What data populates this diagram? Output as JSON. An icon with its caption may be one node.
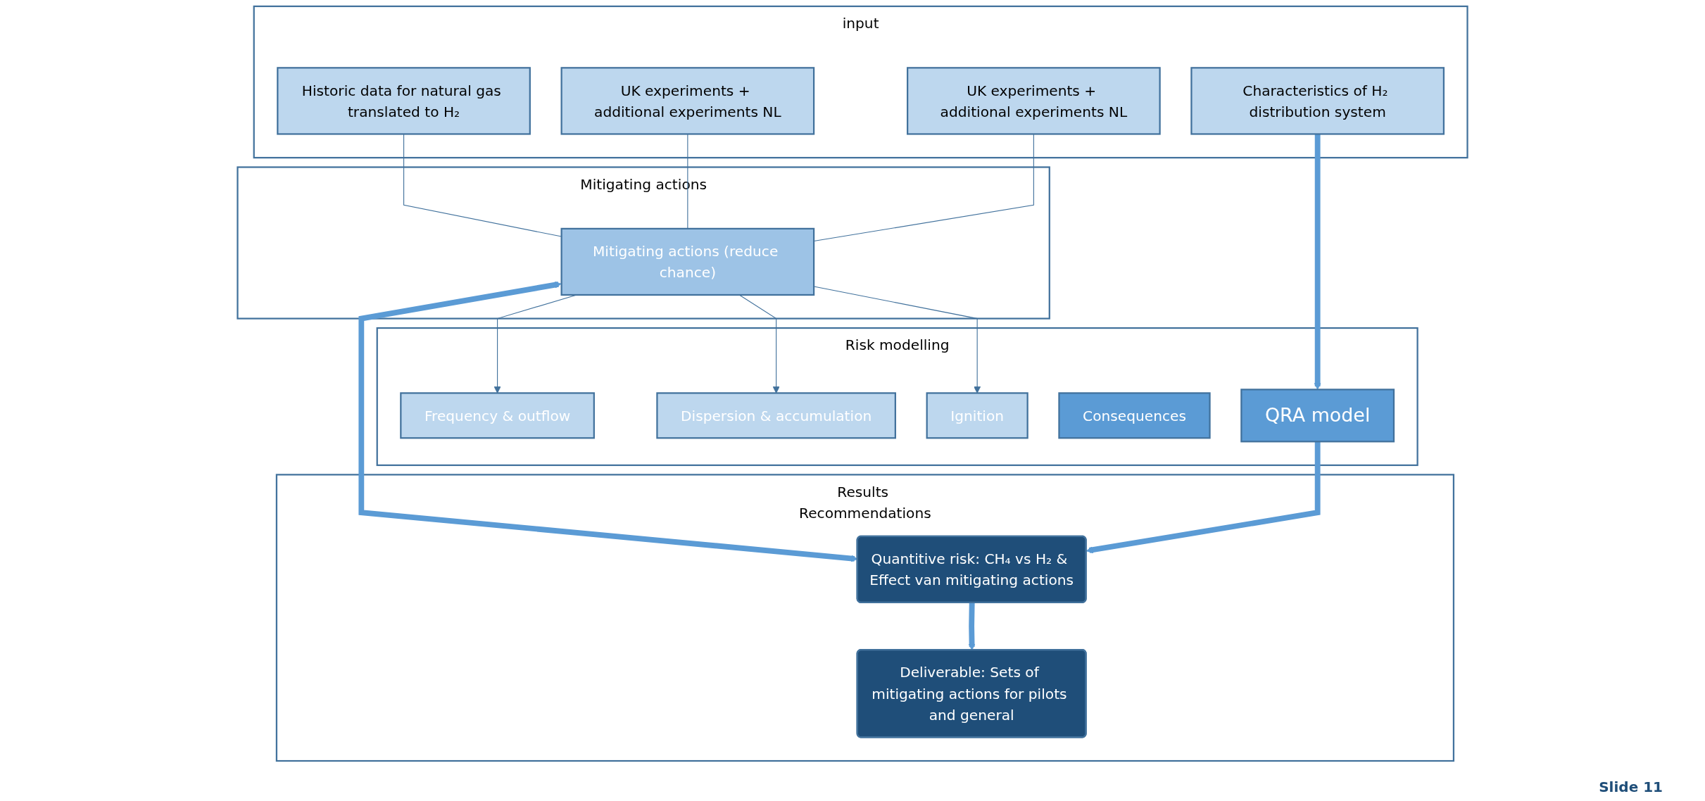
{
  "diagram": {
    "nodes": [
      {
        "text": [
          "input"
        ]
      },
      {
        "text": [
          "Characteristics of H₂ distribution system"
        ],
        "in": 0
      },
      {
        "text": [
          "Historic data for natural gas translated to H₂"
        ],
        "in": 0
      },
      {
        "text": [
          "UK experiments + additional experiments NL"
        ],
        "in": 0
      },
      {
        "text": [
          "UK experiments + additional experiments NL"
        ],
        "in": 0
      },
      {
        "text": [
          "Mitigating actions"
        ]
      },
      {
        "text": [
          "Mitigating actions (reduce chance)"
        ],
        "in": 5
      },
      {
        "text": [
          "Risk modelling"
        ]
      },
      {
        "text": [
          "Frequency & outflow"
        ],
        "in": 7
      },
      {
        "text": [
          "Dispersion & accumulation"
        ],
        "in": 7
      },
      {
        "text": [
          "Ignition"
        ],
        "in": 7
      },
      {
        "text": [
          "Consequences"
        ],
        "in": 7
      },
      {
        "text": [
          "QRA model"
        ],
        "in": 7
      },
      {
        "text": [
          "Results Recommendations"
        ]
      },
      {
        "text": [
          "Quantitive risk: CH₄ vs H₂ & Effect van mitigating actions"
        ],
        "in": 13
      },
      {
        "text": [
          "Deliverable: Sets of mitigating actions for pilots and general"
        ],
        "in": 13
      }
    ],
    "edges": [
      {
        "from": 2,
        "to": 6,
        "arrow": "none"
      },
      {
        "from": 3,
        "to": 6,
        "arrow": "none"
      },
      {
        "from": 4,
        "to": 6,
        "arrow": "none"
      },
      {
        "from": 6,
        "to": 8,
        "arrow": "to"
      },
      {
        "from": 6,
        "to": 9,
        "arrow": "to"
      },
      {
        "from": 6,
        "to": 10,
        "arrow": "to"
      },
      {
        "from": 1,
        "to": 12,
        "arrow": "to",
        "style": "thick",
        "color": "#5b9bd5"
      },
      {
        "from": 6,
        "to": 14,
        "arrow": "both",
        "style": "thick",
        "color": "#5b9bd5"
      },
      {
        "from": 12,
        "to": 14,
        "arrow": "to",
        "style": "thick",
        "color": "#5b9bd5"
      },
      {
        "from": 14,
        "to": 15,
        "arrow": "to",
        "style": "thick",
        "color": "#5b9bd5"
      }
    ],
    "labels": [
      "Slide 11"
    ]
  }
}
